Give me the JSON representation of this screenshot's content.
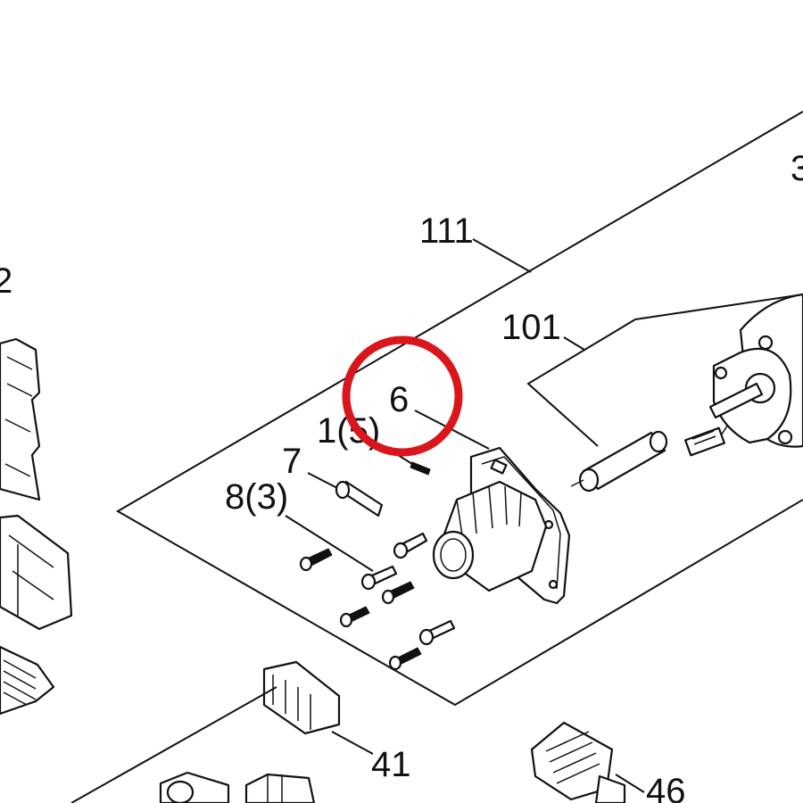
{
  "callouts": {
    "c111": "111",
    "c101": "101",
    "c6": "6",
    "c1_5": "1(5)",
    "c7": "7",
    "c8_3": "8(3)",
    "c41": "41",
    "c46": "46",
    "c2": "2",
    "c3": "3"
  },
  "highlight": {
    "color": "#d8161b",
    "target": "6"
  },
  "line_color": "#111111"
}
